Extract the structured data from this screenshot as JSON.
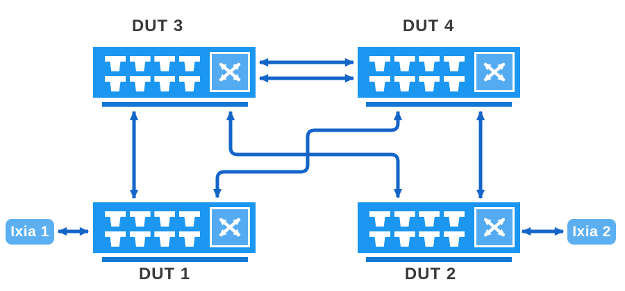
{
  "nodes": {
    "dut3": {
      "label": "DUT 3",
      "type": "switch"
    },
    "dut4": {
      "label": "DUT 4",
      "type": "switch"
    },
    "dut1": {
      "label": "DUT 1",
      "type": "switch"
    },
    "dut2": {
      "label": "DUT 2",
      "type": "switch"
    },
    "ixia1": {
      "label": "Ixia 1",
      "type": "traffic-generator"
    },
    "ixia2": {
      "label": "Ixia 2",
      "type": "traffic-generator"
    }
  },
  "connections": [
    {
      "from": "DUT 3",
      "to": "DUT 4",
      "style": "double-headed-arrow",
      "lines": 2
    },
    {
      "from": "DUT 3",
      "to": "DUT 1",
      "style": "double-headed-arrow",
      "lines": 1
    },
    {
      "from": "DUT 4",
      "to": "DUT 2",
      "style": "double-headed-arrow",
      "lines": 1
    },
    {
      "from": "DUT 3",
      "to": "DUT 2",
      "style": "double-headed-arrow",
      "route": "z-shaped",
      "lines": 1
    },
    {
      "from": "DUT 4",
      "to": "DUT 1",
      "style": "double-headed-arrow",
      "route": "z-shaped",
      "lines": 1
    },
    {
      "from": "Ixia 1",
      "to": "DUT 1",
      "style": "double-headed-arrow",
      "lines": 1
    },
    {
      "from": "Ixia 2",
      "to": "DUT 2",
      "style": "double-headed-arrow",
      "lines": 1
    }
  ],
  "icons": {
    "port": "network-port-icon",
    "crossbar": "crossbar-switch-icon"
  },
  "colors": {
    "switch_body": "#1B96F1",
    "switch_underline": "#1377D4",
    "crossbar_fill": "#54ABF2",
    "connector_arrow": "#1565C8",
    "ixia_fill": "#5CB0F2",
    "label_text": "#3A3A3A",
    "port": "#FFFFFF",
    "background": "#FFFFFF"
  }
}
